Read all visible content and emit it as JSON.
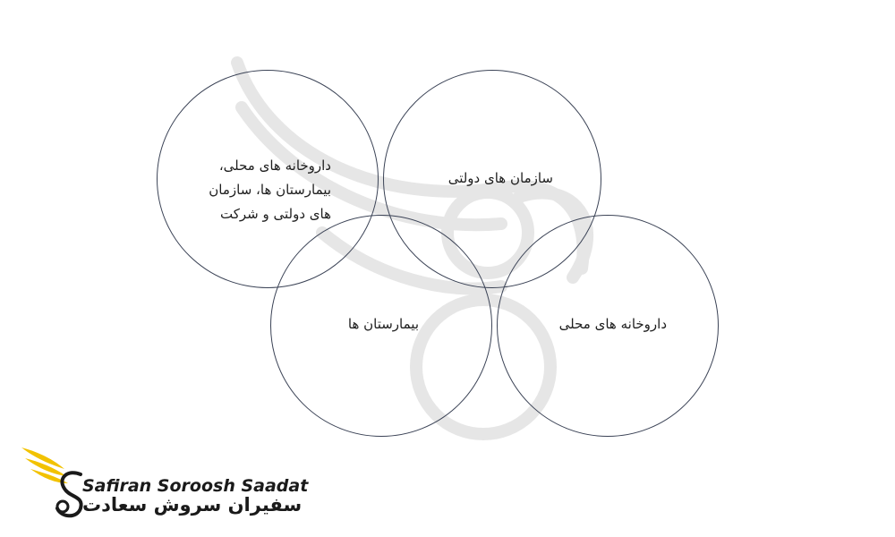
{
  "diagram": {
    "circles": [
      {
        "id": "top-left",
        "lines": [
          "داروخانه های محلی،",
          "بیمارستان ها، سازمان",
          "های دولتی و شرکت"
        ]
      },
      {
        "id": "top-right",
        "lines": [
          "سازمان های دولتی"
        ]
      },
      {
        "id": "bottom-left",
        "lines": [
          "بیمارستان ها"
        ]
      },
      {
        "id": "bottom-right",
        "lines": [
          "داروخانه های محلی"
        ]
      }
    ],
    "stroke_color": "#3b4356"
  },
  "logo": {
    "name_en": "Safiran Soroosh Saadat",
    "name_fa": "سفیران سروش سعادت",
    "accent_color": "#f2c200"
  }
}
